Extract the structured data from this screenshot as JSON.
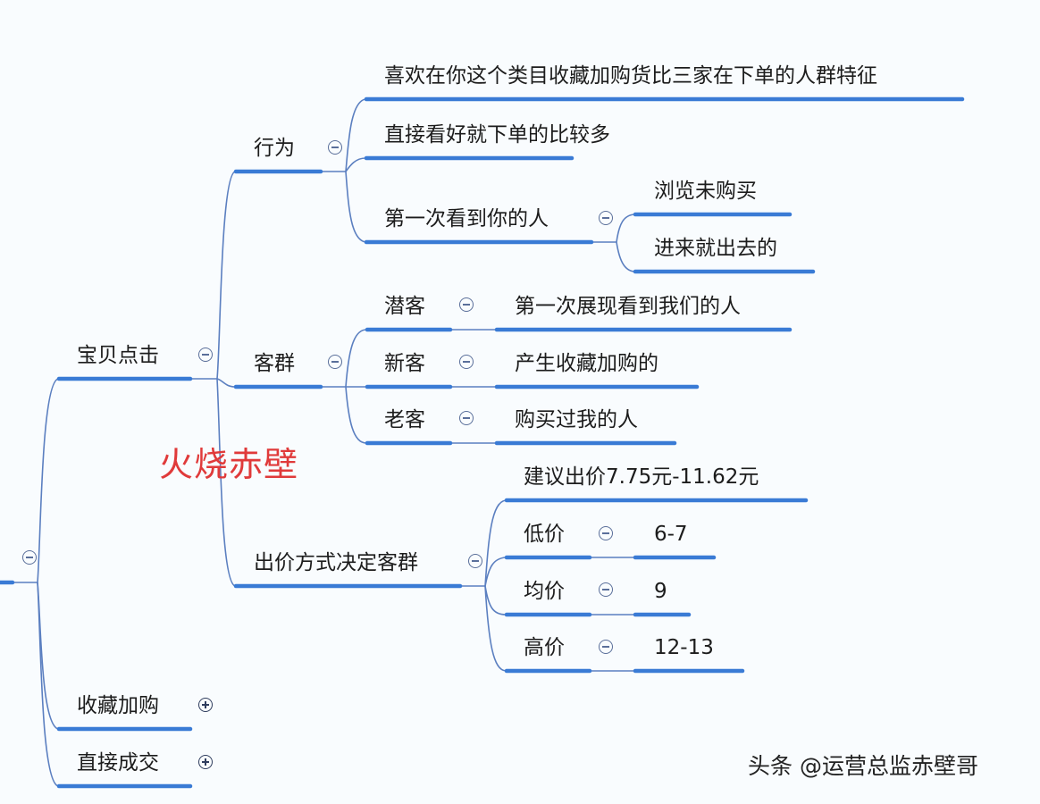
{
  "colors": {
    "background": "#f9fcfe",
    "underline": "#3a7bd5",
    "connector": "#5b7fc0",
    "text": "#1c1c1c",
    "watermark": "#e03a3a",
    "toggle": "#5a6f9a"
  },
  "root": {
    "toggle": "collapse"
  },
  "level1": [
    {
      "id": "baobei",
      "label": "宝贝点击",
      "toggle": "collapse"
    },
    {
      "id": "shoucang",
      "label": "收藏加购",
      "toggle": "expand"
    },
    {
      "id": "zhijie",
      "label": "直接成交",
      "toggle": "expand"
    }
  ],
  "baobei": {
    "xingwei": {
      "label": "行为",
      "children": [
        "喜欢在你这个类目收藏加购货比三家在下单的人群特征",
        "直接看好就下单的比较多",
        "第一次看到你的人"
      ],
      "first_seen_children": [
        "浏览未购买",
        "进来就出去的"
      ]
    },
    "kequn": {
      "label": "客群",
      "rows": [
        {
          "label": "潜客",
          "desc": "第一次展现看到我们的人"
        },
        {
          "label": "新客",
          "desc": "产生收藏加购的"
        },
        {
          "label": "老客",
          "desc": "购买过我的人"
        }
      ]
    },
    "chujia": {
      "label": "出价方式决定客群",
      "suggestion": "建议出价7.75元-11.62元",
      "rows": [
        {
          "label": "低价",
          "value": "6-7"
        },
        {
          "label": "均价",
          "value": "9"
        },
        {
          "label": "高价",
          "value": "12-13"
        }
      ]
    }
  },
  "watermark": "火烧赤壁",
  "credit": "头条 @运营总监赤壁哥"
}
